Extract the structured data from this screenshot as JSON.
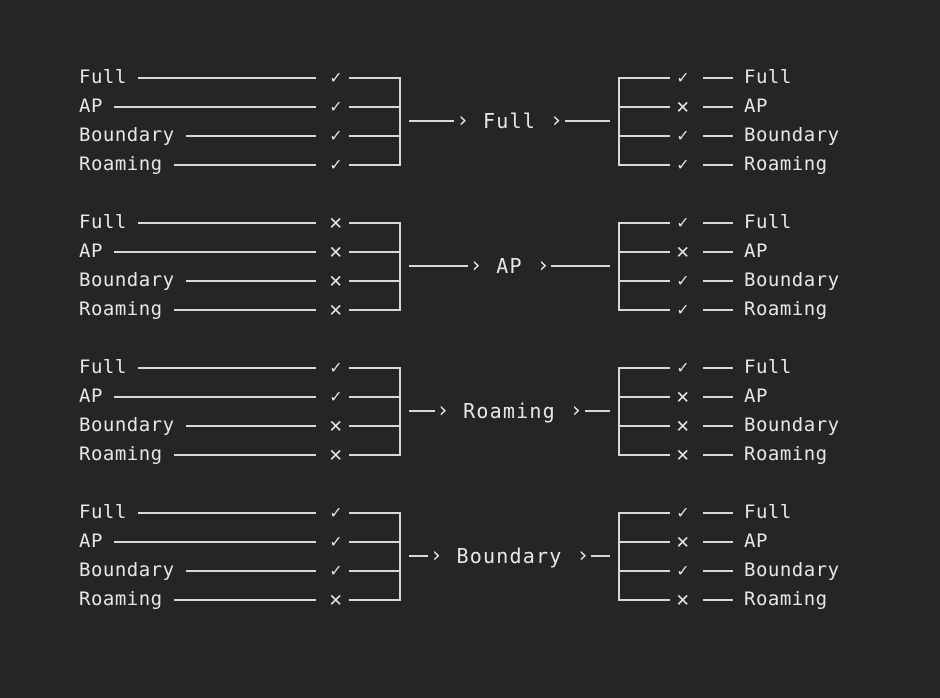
{
  "theme": {
    "background": "#252526",
    "foreground": "#e6e6e6",
    "line": "#d8d8d8"
  },
  "glyphs": {
    "check": "✓",
    "cross": "✕",
    "arrow": "›"
  },
  "node_names": [
    "Full",
    "AP",
    "Boundary",
    "Roaming"
  ],
  "chart_data": {
    "type": "diagram",
    "title": "",
    "blocks": [
      {
        "transition": "Full",
        "inputs": [
          {
            "label": "Full",
            "mark": "check"
          },
          {
            "label": "AP",
            "mark": "check"
          },
          {
            "label": "Boundary",
            "mark": "check"
          },
          {
            "label": "Roaming",
            "mark": "check"
          }
        ],
        "outputs": [
          {
            "label": "Full",
            "mark": "check"
          },
          {
            "label": "AP",
            "mark": "cross"
          },
          {
            "label": "Boundary",
            "mark": "check"
          },
          {
            "label": "Roaming",
            "mark": "check"
          }
        ]
      },
      {
        "transition": "AP",
        "inputs": [
          {
            "label": "Full",
            "mark": "cross"
          },
          {
            "label": "AP",
            "mark": "cross"
          },
          {
            "label": "Boundary",
            "mark": "cross"
          },
          {
            "label": "Roaming",
            "mark": "cross"
          }
        ],
        "outputs": [
          {
            "label": "Full",
            "mark": "check"
          },
          {
            "label": "AP",
            "mark": "cross"
          },
          {
            "label": "Boundary",
            "mark": "check"
          },
          {
            "label": "Roaming",
            "mark": "check"
          }
        ]
      },
      {
        "transition": "Roaming",
        "inputs": [
          {
            "label": "Full",
            "mark": "check"
          },
          {
            "label": "AP",
            "mark": "check"
          },
          {
            "label": "Boundary",
            "mark": "cross"
          },
          {
            "label": "Roaming",
            "mark": "cross"
          }
        ],
        "outputs": [
          {
            "label": "Full",
            "mark": "check"
          },
          {
            "label": "AP",
            "mark": "cross"
          },
          {
            "label": "Boundary",
            "mark": "cross"
          },
          {
            "label": "Roaming",
            "mark": "cross"
          }
        ]
      },
      {
        "transition": "Boundary",
        "inputs": [
          {
            "label": "Full",
            "mark": "check"
          },
          {
            "label": "AP",
            "mark": "check"
          },
          {
            "label": "Boundary",
            "mark": "check"
          },
          {
            "label": "Roaming",
            "mark": "cross"
          }
        ],
        "outputs": [
          {
            "label": "Full",
            "mark": "check"
          },
          {
            "label": "AP",
            "mark": "cross"
          },
          {
            "label": "Boundary",
            "mark": "check"
          },
          {
            "label": "Roaming",
            "mark": "cross"
          }
        ]
      }
    ]
  }
}
